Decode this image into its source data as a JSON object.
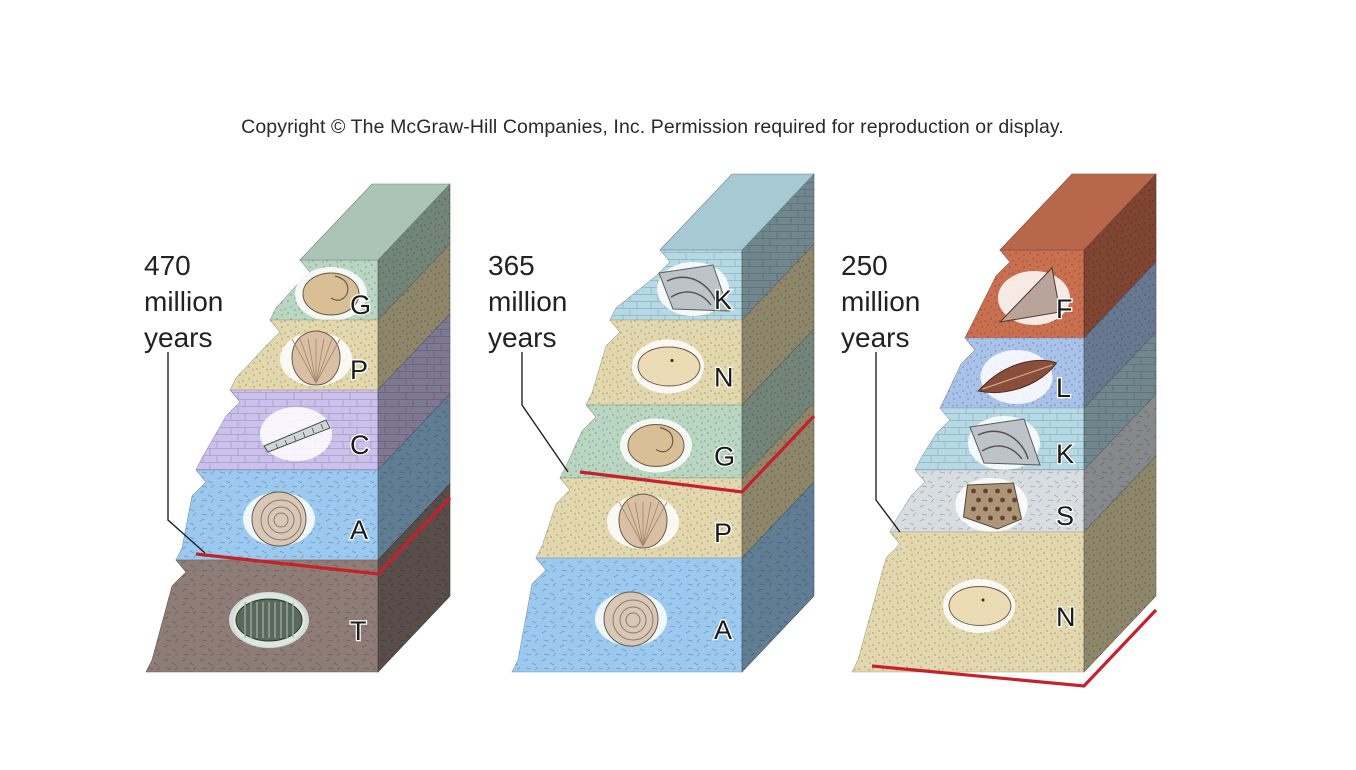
{
  "copyright": "Copyright © The McGraw-Hill Companies, Inc. Permission required for reproduction or display.",
  "colors": {
    "sandstone": "#e3d8ad",
    "shale": "#ccc1ec",
    "limestone": "#b6dae5",
    "siltstone": "#9bc9ef",
    "mudstone": "#8e7c76",
    "greenstone": "#b9d6c3",
    "redbed": "#c97050",
    "bluestone": "#a9c2ea",
    "graystone": "#d8dde2",
    "contact_line": "#c8202a"
  },
  "columns": [
    {
      "age": [
        "470",
        "million",
        "years"
      ],
      "layers": [
        {
          "letter": "G",
          "rock": "greenstone",
          "fossil": "gastropod-fossil"
        },
        {
          "letter": "P",
          "rock": "sandstone",
          "fossil": "brachiopod-fossil"
        },
        {
          "letter": "C",
          "rock": "shale",
          "fossil": "cephalopod-fossil"
        },
        {
          "letter": "A",
          "rock": "siltstone",
          "fossil": "ammonite-fossil"
        },
        {
          "letter": "T",
          "rock": "mudstone",
          "fossil": "trilobite-fossil"
        }
      ]
    },
    {
      "age": [
        "365",
        "million",
        "years"
      ],
      "layers": [
        {
          "letter": "K",
          "rock": "limestone",
          "fossil": "crinoid-fossil"
        },
        {
          "letter": "N",
          "rock": "sandstone",
          "fossil": "clam-fossil"
        },
        {
          "letter": "G",
          "rock": "greenstone",
          "fossil": "gastropod-fossil"
        },
        {
          "letter": "P",
          "rock": "sandstone",
          "fossil": "brachiopod-fossil"
        },
        {
          "letter": "A",
          "rock": "siltstone",
          "fossil": "ammonite-fossil"
        }
      ]
    },
    {
      "age": [
        "250",
        "million",
        "years"
      ],
      "layers": [
        {
          "letter": "F",
          "rock": "redbed",
          "fossil": "shark-tooth-fossil"
        },
        {
          "letter": "L",
          "rock": "bluestone",
          "fossil": "leaf-fossil"
        },
        {
          "letter": "K",
          "rock": "limestone",
          "fossil": "crinoid-fossil"
        },
        {
          "letter": "S",
          "rock": "graystone",
          "fossil": "coral-fossil"
        },
        {
          "letter": "N",
          "rock": "sandstone",
          "fossil": "clam-fossil"
        }
      ]
    }
  ]
}
